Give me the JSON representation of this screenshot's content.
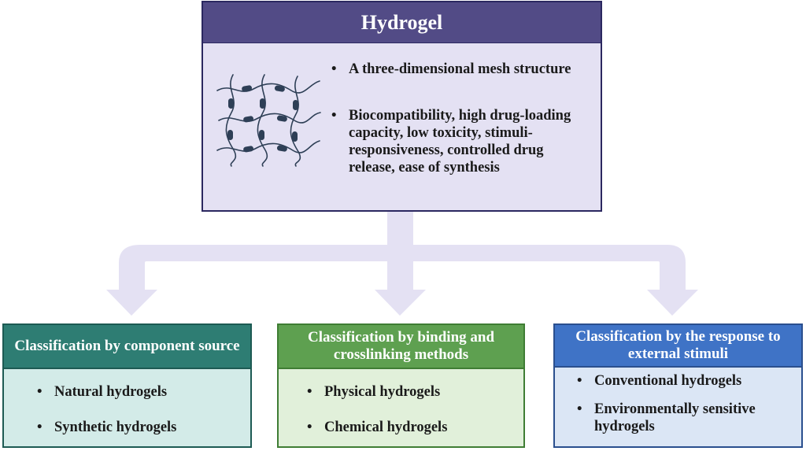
{
  "hydrogel": {
    "title": "Hydrogel",
    "properties": [
      "A three-dimensional mesh structure",
      "Biocompatibility, high drug-loading capacity, low toxicity, stimuli-responsiveness, controlled drug release, ease of synthesis"
    ]
  },
  "classifications": [
    {
      "title": "Classification by component source",
      "items": [
        "Natural hydrogels",
        "Synthetic hydrogels"
      ]
    },
    {
      "title": "Classification by binding and crosslinking methods",
      "items": [
        "Physical hydrogels",
        "Chemical hydrogels"
      ]
    },
    {
      "title": "Classification by the response to external stimuli",
      "items": [
        "Conventional hydrogels",
        "Environmentally sensitive hydrogels"
      ]
    }
  ],
  "colors": {
    "hydrogel_header": "#524b86",
    "hydrogel_body": "#e4e1f3",
    "arrows": "#e4e1f3",
    "mesh": "#2e3f56",
    "component_source": "#2e7d73",
    "binding_crosslinking": "#5ea050",
    "external_stimuli": "#3f73c6"
  }
}
